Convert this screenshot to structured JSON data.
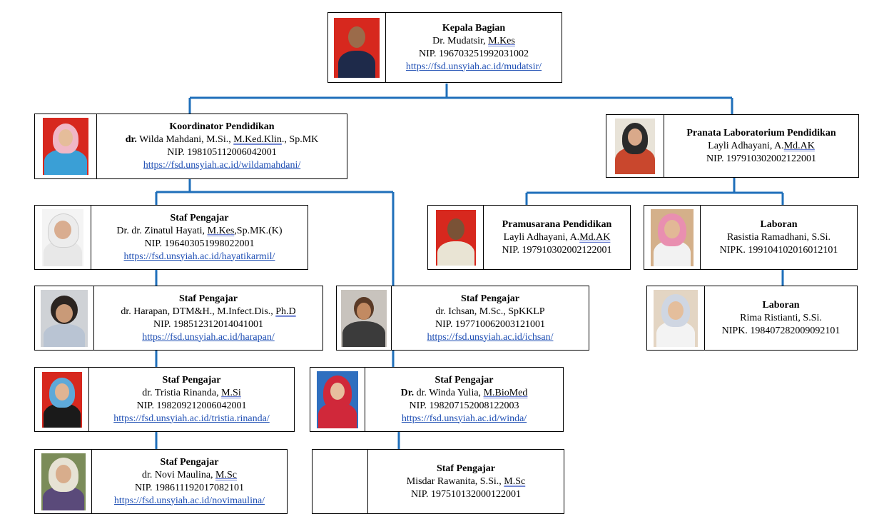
{
  "cards": {
    "head": {
      "role": "Kepala Bagian",
      "name_pre": "Dr. Mudatsir, ",
      "name_mark": "M.Kes",
      "nip": "NIP. 196703251992031002",
      "link": "https://fsd.unsyiah.ac.id/mudatsir/"
    },
    "koordinator": {
      "role": "Koordinator Pendidikan",
      "name_bold": "dr.",
      "name_pre": " Wilda Mahdani, M.Si., ",
      "name_mark": "M.Ked.Klin",
      "name_post": "., Sp.MK",
      "nip": "NIP. 198105112006042001",
      "link": "https://fsd.unsyiah.ac.id/wildamahdani/"
    },
    "pranata": {
      "role": "Pranata Laboratorium Pendidikan",
      "name_pre": "Layli Adhayani, A.",
      "name_mark": "Md.AK",
      "nip": "NIP. 197910302002122001"
    },
    "zinatul": {
      "role": "Staf Pengajar",
      "name_pre": "Dr. dr. Zinatul Hayati, ",
      "name_mark": "M.Kes",
      "name_post": ",Sp.MK.(K)",
      "nip": "NIP. 196403051998022001",
      "link": "https://fsd.unsyiah.ac.id/hayatikarmil/"
    },
    "pramusarana": {
      "role": "Pramusarana Pendidikan",
      "name_pre": "Layli Adhayani, A.",
      "name_mark": "Md.AK",
      "nip": "NIP. 197910302002122001"
    },
    "laboran1": {
      "role": "Laboran",
      "name": "Rasistia Ramadhani, S.Si.",
      "nip": "NIPK. 199104102016012101"
    },
    "harapan": {
      "role": "Staf Pengajar",
      "name_pre": "dr. Harapan, DTM&H., M.Infect.Dis., ",
      "name_mark": "Ph.D",
      "nip": "NIP. 198512312014041001",
      "link": "https://fsd.unsyiah.ac.id/harapan/"
    },
    "ichsan": {
      "role": "Staf Pengajar",
      "name": "dr. Ichsan, M.Sc., SpKKLP",
      "nip": "NIP. 197710062003121001",
      "link": "https://fsd.unsyiah.ac.id/ichsan/"
    },
    "laboran2": {
      "role": "Laboran",
      "name": "Rima Ristianti, S.Si.",
      "nip": "NIPK. 198407282009092101"
    },
    "tristia": {
      "role": "Staf Pengajar",
      "name_pre": "dr. Tristia Rinanda, ",
      "name_mark": "M.Si",
      "nip": "NIP. 198209212006042001",
      "link": "https://fsd.unsyiah.ac.id/tristia.rinanda/"
    },
    "winda": {
      "role": "Staf Pengajar",
      "name_bold": "Dr.",
      "name_pre": " dr. Winda Yulia, ",
      "name_mark": "M.BioMed",
      "nip": "NIP. 198207152008122003",
      "link": "https://fsd.unsyiah.ac.id/winda/"
    },
    "novi": {
      "role": "Staf Pengajar",
      "name_pre": "dr. Novi Maulina, ",
      "name_mark": "M.Sc",
      "nip": "NIP. 198611192017082101",
      "link": "https://fsd.unsyiah.ac.id/novimaulina/"
    },
    "misdar": {
      "role": "Staf Pengajar",
      "name_pre": "Misdar Rawanita, S.Si., ",
      "name_mark": "M.Sc",
      "nip": "NIP. 197510132000122001"
    }
  },
  "colors": {
    "connector": "#1f6fba",
    "link": "#1f4fb4",
    "photo_red_bg": "#d7281e",
    "photo_blue_bg": "#2f6fbf"
  }
}
